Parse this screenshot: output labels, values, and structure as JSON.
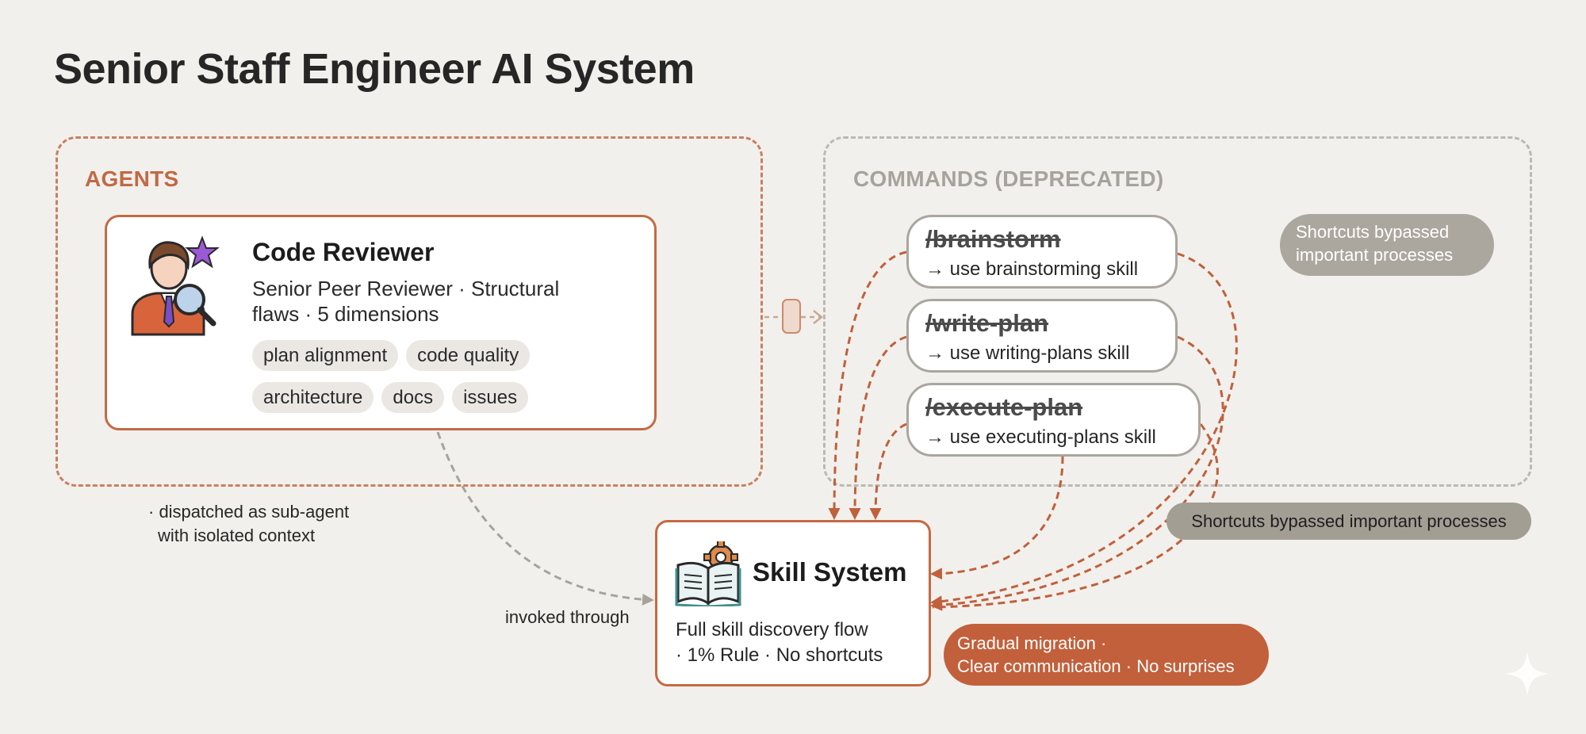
{
  "title": "Senior Staff Engineer AI System",
  "groups": {
    "agents": "AGENTS",
    "commands": "COMMANDS (DEPRECATED)"
  },
  "code_reviewer": {
    "name": "Code Reviewer",
    "description": "Senior Peer Reviewer · Structural flaws · 5 dimensions",
    "tags": [
      "plan alignment",
      "code quality",
      "architecture",
      "docs",
      "issues"
    ],
    "avatar_icon": "reviewer-avatar-icon"
  },
  "commands": [
    {
      "name": "/brainstorm",
      "hint": "→ use brainstorming skill"
    },
    {
      "name": "/write-plan",
      "hint": "→ use writing-plans skill"
    },
    {
      "name": "/execute-plan",
      "hint": "→ use executing-plans skill"
    }
  ],
  "notes": {
    "shortcuts_top": "Shortcuts bypassed important processes",
    "shortcuts_bottom": "Shortcuts bypassed important processes",
    "dispatched_line1": "· dispatched as sub-agent",
    "dispatched_line2": "with isolated context",
    "invoked": "invoked through",
    "migration_line1": "Gradual migration ·",
    "migration_line2": "Clear communication · No surprises"
  },
  "skill_system": {
    "title": "Skill System",
    "desc_line1": "Full skill discovery flow",
    "desc_line2": "· 1% Rule · No shortcuts",
    "icon": "book-gear-icon"
  },
  "colors": {
    "accent": "#c46a44",
    "accent_dark": "#c2603b",
    "muted": "#aba79e",
    "background": "#f2f0ec"
  }
}
